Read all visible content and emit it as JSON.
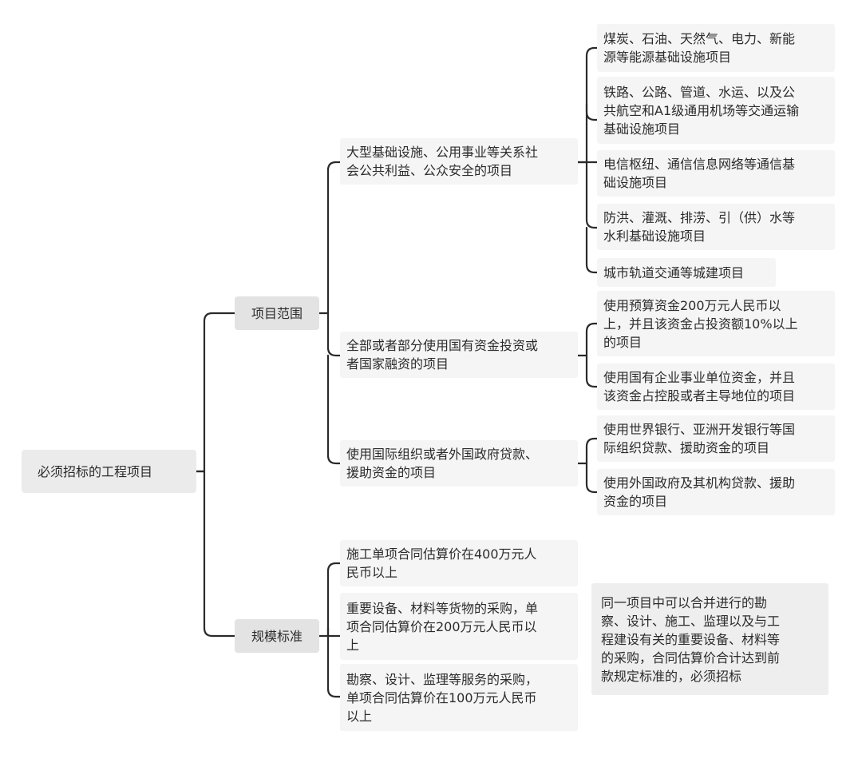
{
  "root": {
    "label": "必须招标的工程项目"
  },
  "branches": {
    "scope": {
      "label": "项目范围",
      "children": [
        {
          "label": "大型基础设施、公用事业等关系社\n会公共利益、公众安全的项目",
          "children": [
            "煤炭、石油、天然气、电力、新能\n源等能源基础设施项目",
            "铁路、公路、管道、水运、以及公\n共航空和A1级通用机场等交通运输\n基础设施项目",
            "电信枢纽、通信信息网络等通信基\n础设施项目",
            "防洪、灌溉、排涝、引（供）水等\n水利基础设施项目",
            "城市轨道交通等城建项目"
          ]
        },
        {
          "label": "全部或者部分使用国有资金投资或\n者国家融资的项目",
          "children": [
            "使用预算资金200万元人民币以\n上，并且该资金占投资额10%以上\n的项目",
            "使用国有企业事业单位资金，并且\n该资金占控股或者主导地位的项目"
          ]
        },
        {
          "label": "使用国际组织或者外国政府贷款、\n援助资金的项目",
          "children": [
            "使用世界银行、亚洲开发银行等国\n际组织贷款、援助资金的项目",
            "使用外国政府及其机构贷款、援助\n资金的项目"
          ]
        }
      ]
    },
    "scale": {
      "label": "规模标准",
      "children": [
        "施工单项合同估算价在400万元人\n民币以上",
        "重要设备、材料等货物的采购，单\n项合同估算价在200万元人民币以\n上",
        "勘察、设计、监理等服务的采购，\n单项合同估算价在100万元人民币\n以上"
      ],
      "note": "同一项目中可以合并进行的勘\n察、设计、施工、监理以及与工\n程建设有关的重要设备、材料等\n的采购，合同估算价合计达到前\n款规定标准的，必须招标"
    }
  }
}
